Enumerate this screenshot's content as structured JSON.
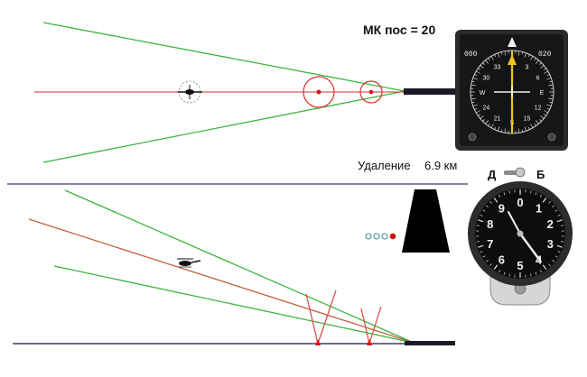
{
  "approach": {
    "course_label": "МК пос = 20",
    "distance_label": "Удаление",
    "distance_value": "6.9 км",
    "switch": {
      "left": "Д",
      "right": "Б"
    }
  },
  "hsi": {
    "left_readout": "000",
    "right_readout": "020",
    "compass_labels": [
      "N",
      "3",
      "6",
      "E",
      "12",
      "15",
      "S",
      "21",
      "24",
      "W",
      "30",
      "33"
    ]
  },
  "dme_gauge": {
    "dial_numbers": [
      "0",
      "1",
      "2",
      "3",
      "4",
      "5",
      "6",
      "7",
      "8",
      "9"
    ]
  },
  "colors": {
    "glidepath_limits": "#3cb43c",
    "centerline": "#d23232",
    "marker": "#e01010",
    "ground": "#3a3a6e"
  }
}
